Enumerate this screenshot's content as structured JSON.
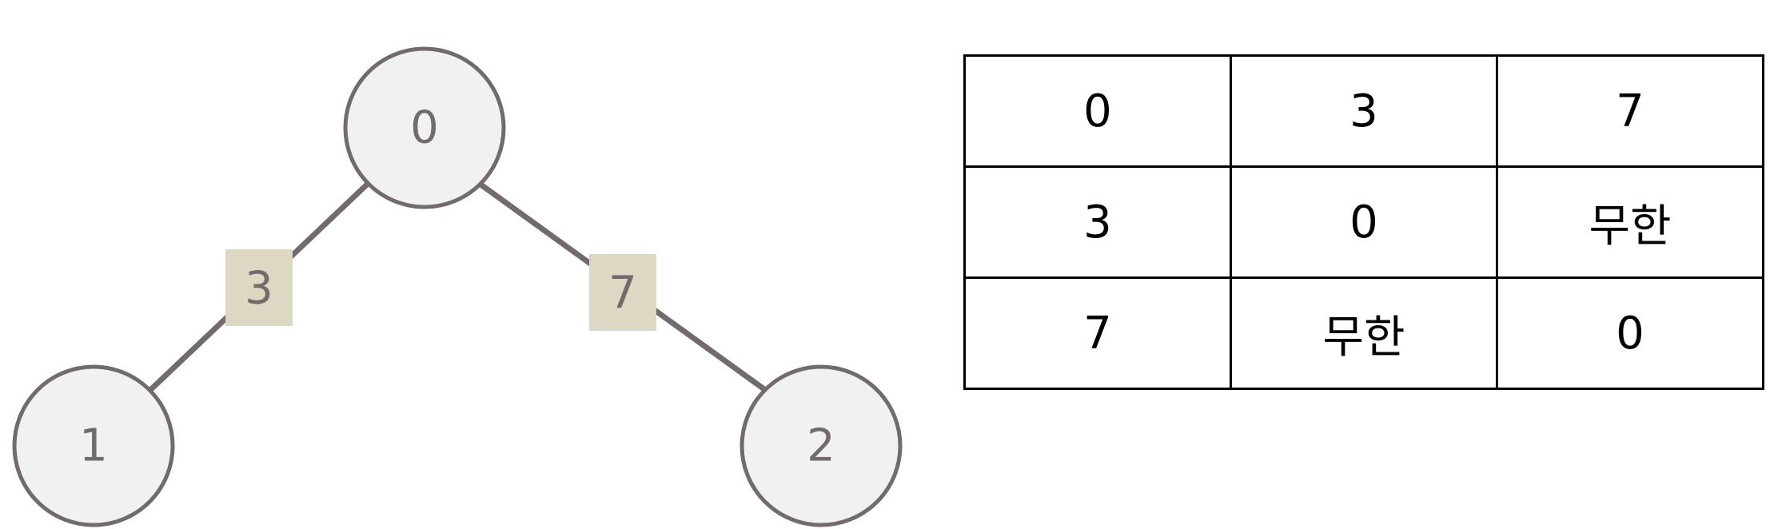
{
  "colors": {
    "node_fill": "#f1f1f1",
    "node_stroke": "#736b6b",
    "edge": "#736b6b",
    "weight_box": "#ddd8c4",
    "table_border": "#000000"
  },
  "graph": {
    "nodes": [
      {
        "id": "0",
        "label": "0"
      },
      {
        "id": "1",
        "label": "1"
      },
      {
        "id": "2",
        "label": "2"
      }
    ],
    "edges": [
      {
        "from": "0",
        "to": "1",
        "weight": "3"
      },
      {
        "from": "0",
        "to": "2",
        "weight": "7"
      }
    ]
  },
  "matrix": {
    "rows": [
      [
        "0",
        "3",
        "7"
      ],
      [
        "3",
        "0",
        "무한"
      ],
      [
        "7",
        "무한",
        "0"
      ]
    ]
  }
}
